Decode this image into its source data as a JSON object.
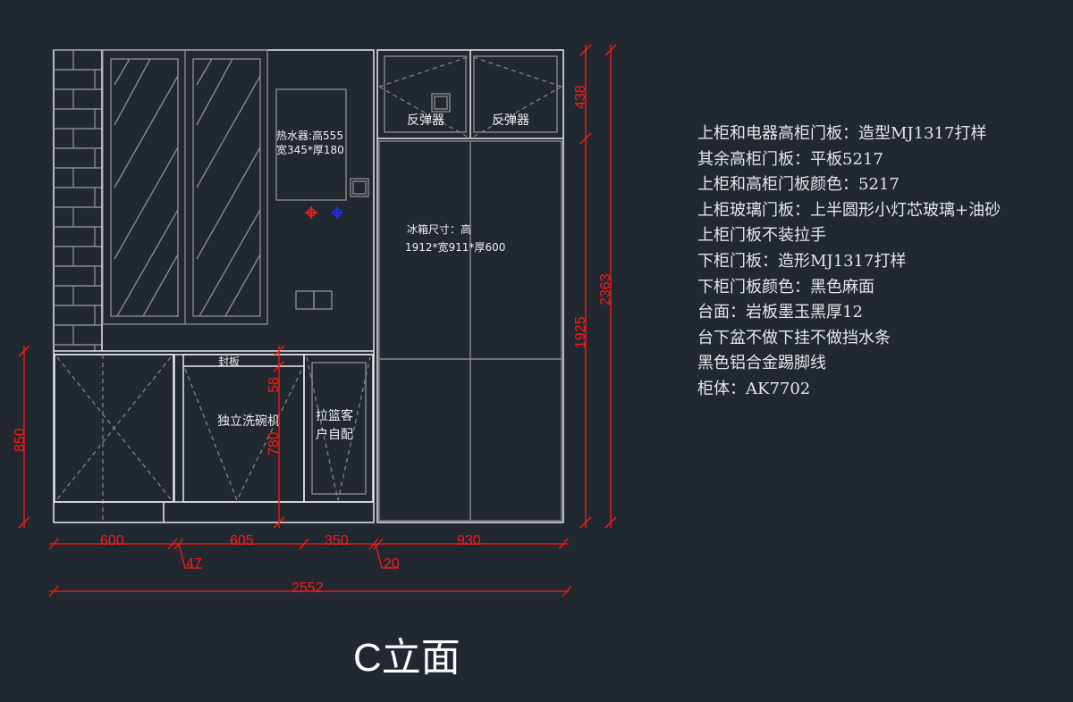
{
  "drawing": {
    "title": "C立面",
    "labels": {
      "water_heater_line1": "热水器:高555",
      "water_heater_line2": "宽345*厚180",
      "seal_board": "封板",
      "dishwasher": "独立洗碗机",
      "basket_line1": "拉篮客",
      "basket_line2": "户自配",
      "rebound_left": "反弹器",
      "rebound_right": "反弹器",
      "fridge_line1": "冰箱尺寸：高",
      "fridge_line2": "1912*宽911*厚600"
    },
    "dimensions": {
      "d600": "600",
      "d605": "605",
      "d350": "350",
      "d930": "930",
      "d47": "47",
      "d20": "20",
      "d2552": "2552",
      "d850": "850",
      "d780": "780",
      "d58": "58",
      "d438": "438",
      "d1925": "1925",
      "d2363": "2363"
    },
    "colors": {
      "background": "#212830",
      "dimension": "#ff1a1a",
      "line": "#e8e8e8"
    }
  },
  "notes": [
    "上柜和电器高柜门板：造型MJ1317打样",
    "其余高柜门板：平板5217",
    "上柜和高柜门板颜色：5217",
    "上柜玻璃门板：上半圆形小灯芯玻璃+油砂",
    "上柜门板不装拉手",
    "下柜门板：造形MJ1317打样",
    "下柜门板颜色：黑色麻面",
    "台面：岩板墨玉黑厚12",
    "台下盆不做下挂不做挡水条",
    "黑色铝合金踢脚线",
    "柜体：AK7702"
  ]
}
